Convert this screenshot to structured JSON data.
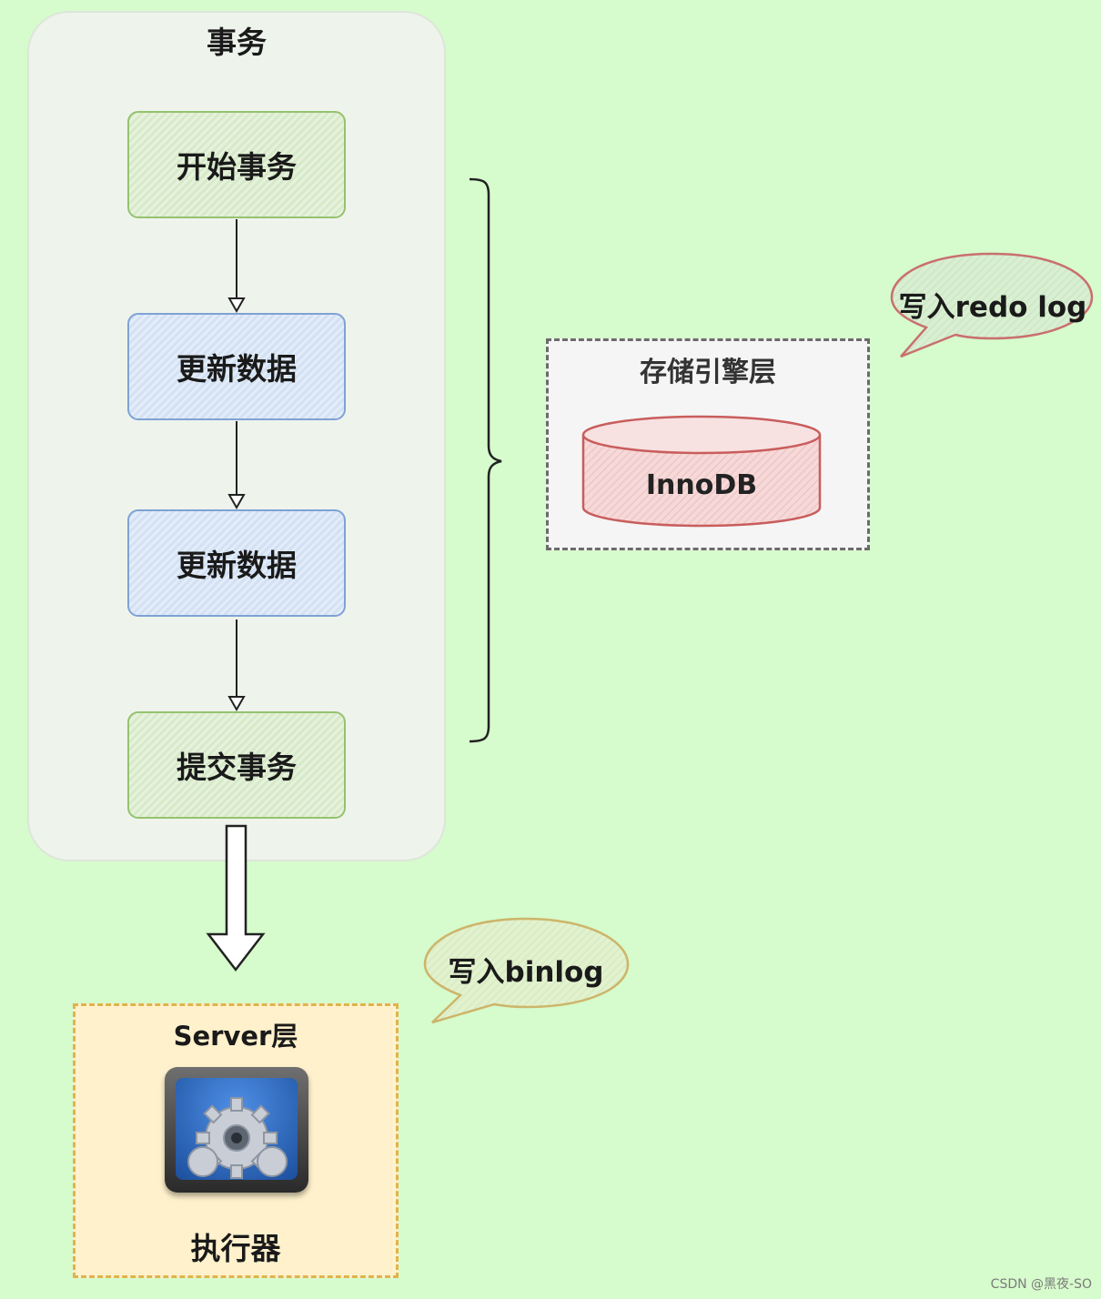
{
  "transaction_group": {
    "title": "事务",
    "steps": [
      {
        "label": "开始事务"
      },
      {
        "label": "更新数据"
      },
      {
        "label": "更新数据"
      },
      {
        "label": "提交事务"
      }
    ]
  },
  "storage_layer": {
    "title": "存储引擎层",
    "database_label": "InnoDB",
    "callout": "写入redo log"
  },
  "server_layer": {
    "title": "Server层",
    "component_label": "执行器",
    "component_icon": "gear-icon",
    "callout": "写入binlog"
  },
  "watermark": "CSDN @黑夜-SO",
  "colors": {
    "background": "#d6fbcc",
    "transaction_group_fill": "#eef4ec",
    "green_step_border": "#95c26f",
    "blue_step_border": "#7fa2d6",
    "storage_box_border": "#6b6b6b",
    "database_border": "#c95d5d",
    "server_box_border": "#e0b34c",
    "server_box_fill": "#fff1cc",
    "redo_callout_border": "#c96f6f",
    "binlog_callout_border": "#cdb56a"
  }
}
